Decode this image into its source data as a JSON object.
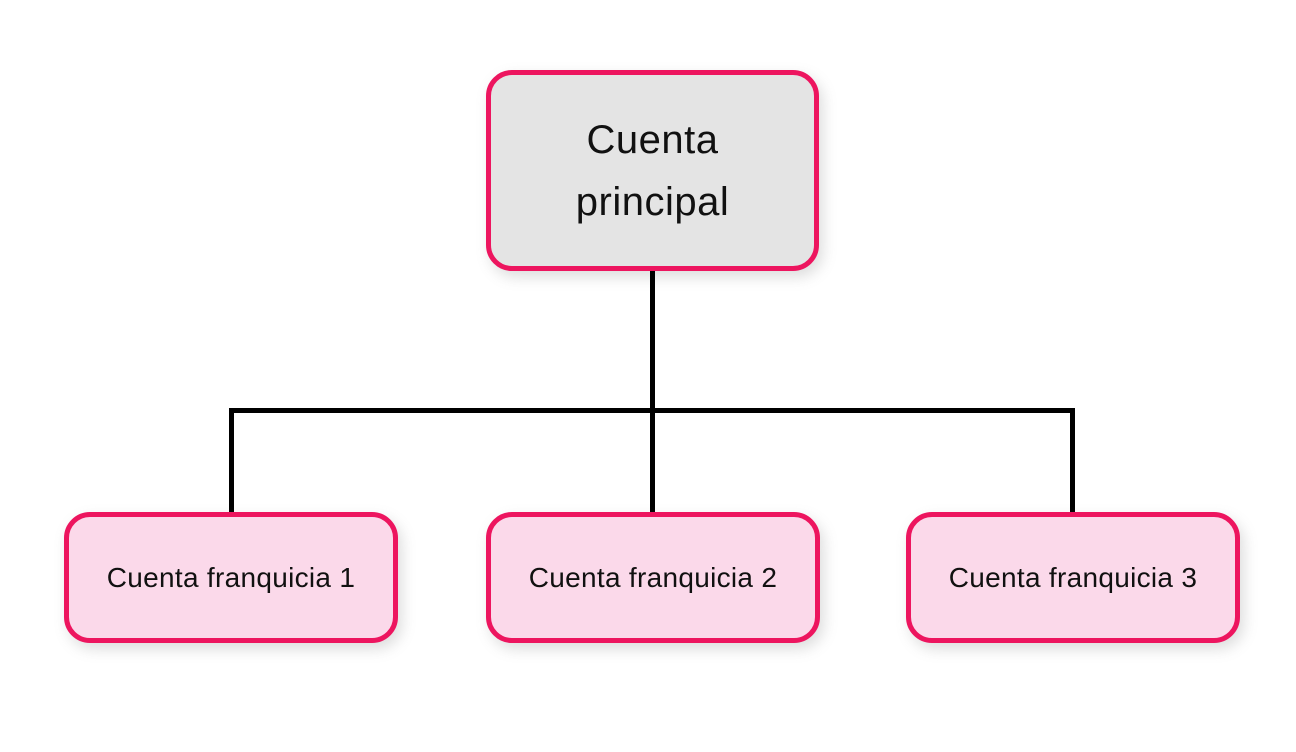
{
  "diagram": {
    "type": "org-chart",
    "root": {
      "label": "Cuenta principal"
    },
    "children": [
      {
        "label": "Cuenta franquicia 1"
      },
      {
        "label": "Cuenta franquicia 2"
      },
      {
        "label": "Cuenta franquicia 3"
      }
    ]
  },
  "colors": {
    "node_border": "#ED155F",
    "root_fill": "#E4E4E4",
    "child_fill": "#FBD9EA",
    "connector": "#000000",
    "text": "#111111",
    "background": "#FFFFFF"
  }
}
